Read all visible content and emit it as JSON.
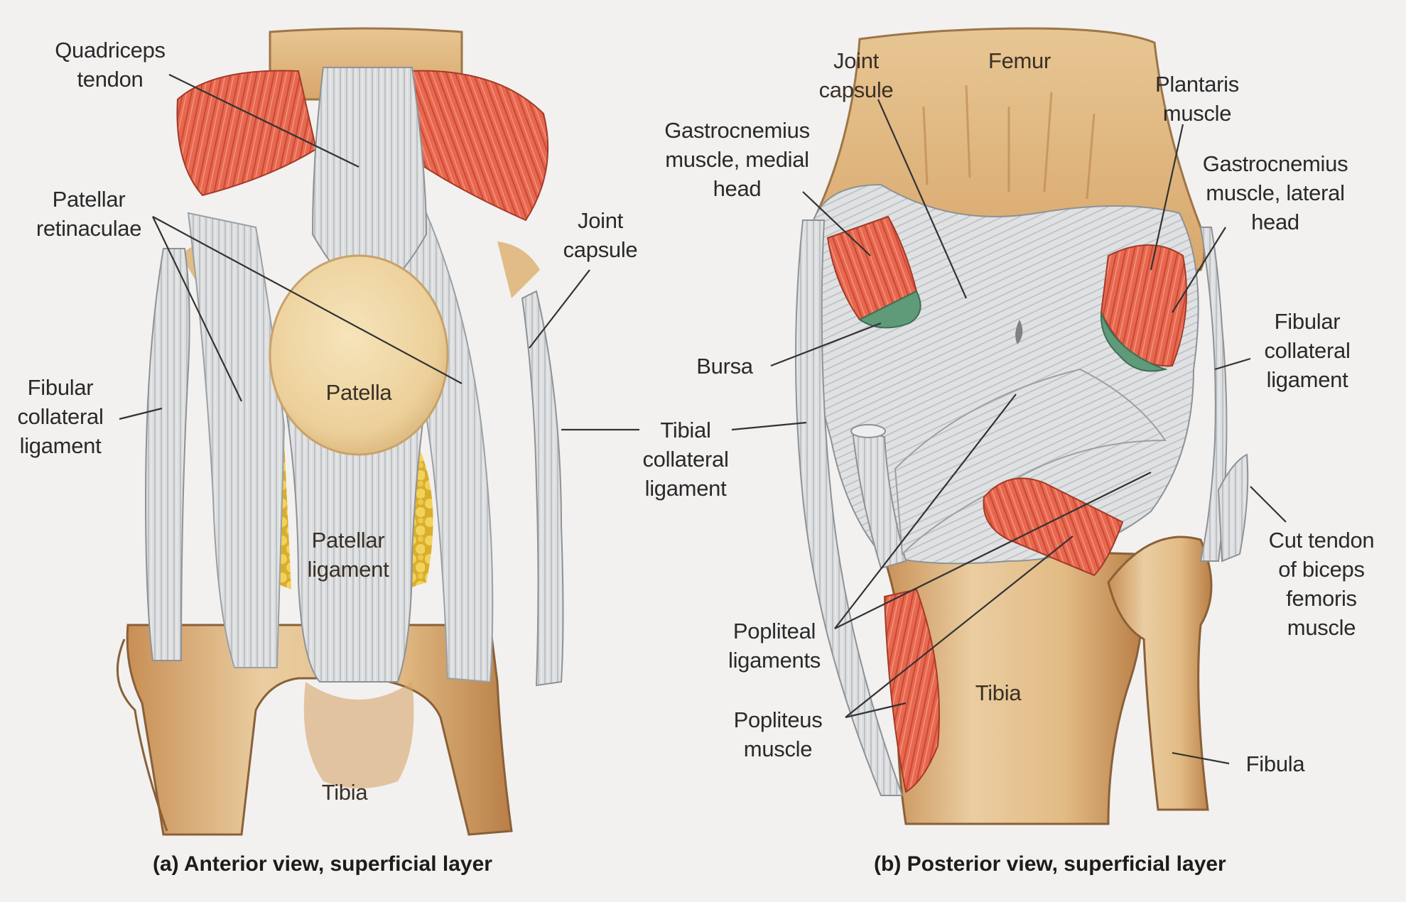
{
  "anterior": {
    "caption": "(a) Anterior view, superficial layer",
    "labels": {
      "quadriceps_tendon": "Quadriceps\ntendon",
      "patellar_retinaculae": "Patellar\nretinaculae",
      "joint_capsule": "Joint\ncapsule",
      "fibular_collateral_ligament": "Fibular\ncollateral\nligament",
      "patella": "Patella",
      "patellar_ligament": "Patellar\nligament",
      "tibia": "Tibia"
    }
  },
  "shared": {
    "tibial_collateral_ligament": "Tibial\ncollateral\nligament"
  },
  "posterior": {
    "caption": "(b) Posterior view, superficial layer",
    "labels": {
      "joint_capsule": "Joint\ncapsule",
      "femur": "Femur",
      "plantaris_muscle": "Plantaris\nmuscle",
      "gastrocnemius_medial": "Gastrocnemius\nmuscle, medial\nhead",
      "gastrocnemius_lateral": "Gastrocnemius\nmuscle, lateral\nhead",
      "bursa": "Bursa",
      "fibular_collateral_ligament": "Fibular\ncollateral\nligament",
      "cut_tendon_biceps": "Cut tendon\nof biceps\nfemoris\nmuscle",
      "popliteal_ligaments": "Popliteal\nligaments",
      "tibia": "Tibia",
      "popliteus_muscle": "Popliteus\nmuscle",
      "fibula": "Fibula"
    }
  },
  "colors": {
    "background": "#f2f1f0",
    "bone": "#e8c89a",
    "bone_dark": "#c8955a",
    "ligament": "#d9dbdd",
    "ligament_shade": "#aeb2b6",
    "muscle": "#e6674e",
    "fat": "#e8c440",
    "bursa": "#5e9a78",
    "leader": "#333333"
  }
}
